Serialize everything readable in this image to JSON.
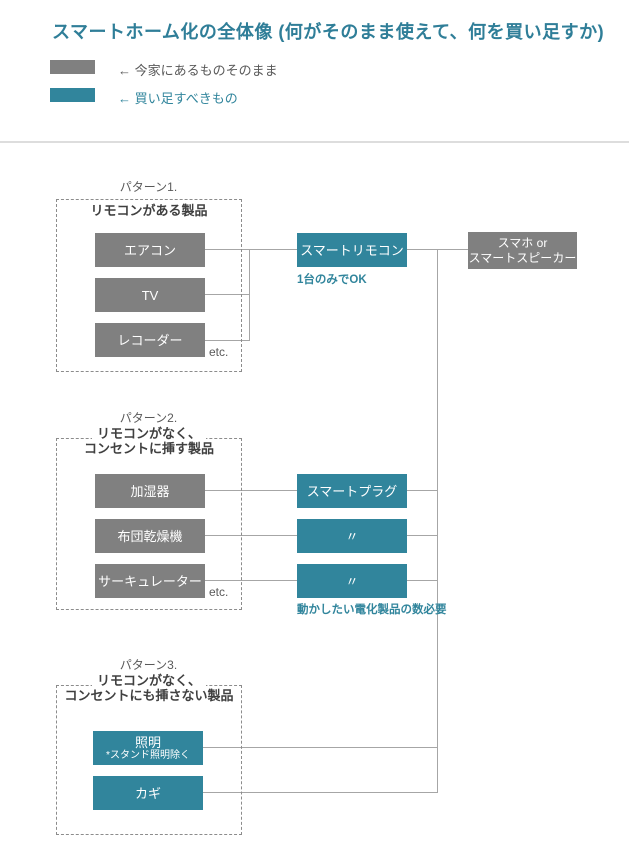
{
  "title": "スマートホーム化の全体像 (何がそのまま使えて、何を買い足すか)",
  "colors": {
    "accent_teal": "#31859c",
    "existing_gray": "#808080",
    "line_gray": "#a6a6a6"
  },
  "legend": {
    "existing": {
      "label": "← 今家にあるものそのまま",
      "color": "#808080"
    },
    "buy": {
      "label": "← 買い足すべきもの",
      "color": "#31859c"
    }
  },
  "hub": {
    "line1": "スマホ or",
    "line2": "スマートスピーカー"
  },
  "patterns": [
    {
      "name": "パターン1.",
      "heading_lines": [
        "リモコンがある製品"
      ],
      "items": [
        {
          "label": "エアコン"
        },
        {
          "label": "TV"
        },
        {
          "label": "レコーダー"
        }
      ],
      "etc": "etc.",
      "devices": [
        {
          "label": "スマートリモコン"
        }
      ],
      "note": "1台のみでOK"
    },
    {
      "name": "パターン2.",
      "heading_lines": [
        "リモコンがなく、",
        "コンセントに挿す製品"
      ],
      "items": [
        {
          "label": "加湿器"
        },
        {
          "label": "布団乾燥機"
        },
        {
          "label": "サーキュレーター"
        }
      ],
      "etc": "etc.",
      "devices": [
        {
          "label": "スマートプラグ"
        },
        {
          "label": "〃"
        },
        {
          "label": "〃"
        }
      ],
      "note": "動かしたい電化製品の数必要"
    },
    {
      "name": "パターン3.",
      "heading_lines": [
        "リモコンがなく、",
        "コンセントにも挿さない製品"
      ],
      "items": [
        {
          "label": "照明",
          "sub": "*スタンド照明除く"
        },
        {
          "label": "カギ"
        }
      ]
    }
  ]
}
